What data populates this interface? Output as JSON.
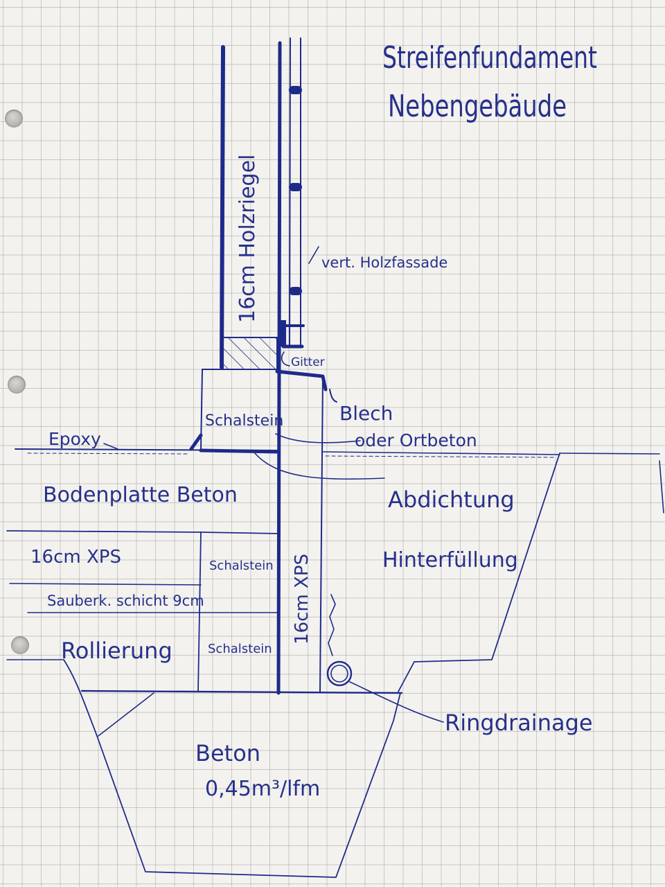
{
  "title": {
    "line1": "Streifenfundament",
    "line2": "Nebengebäude"
  },
  "labels": {
    "holzriegel": "16cm Holzriegel",
    "holzfassade": "vert. Holzfassade",
    "gitter": "Gitter",
    "blech": "Blech",
    "schalstein_top": "Schalstein",
    "oder_ortbeton": "oder Ortbeton",
    "epoxy": "Epoxy",
    "abdichtung": "Abdichtung",
    "bodenplatte": "Bodenplatte Beton",
    "xps_floor": "16cm XPS",
    "schalstein_mid": "Schalstein",
    "hinterfuellung": "Hinterfüllung",
    "sauberkeitsschicht": "Sauberk. schicht 9cm",
    "xps_vertical": "16cm XPS",
    "rollierung": "Rollierung",
    "schalstein_low": "Schalstein",
    "ringdrainage": "Ringdrainage",
    "beton": "Beton",
    "beton_volume": "0,45m³/lfm"
  },
  "colors": {
    "ink": "#1e2a8a",
    "paper": "#f3f2ee",
    "grid": "#a0a0a0"
  }
}
